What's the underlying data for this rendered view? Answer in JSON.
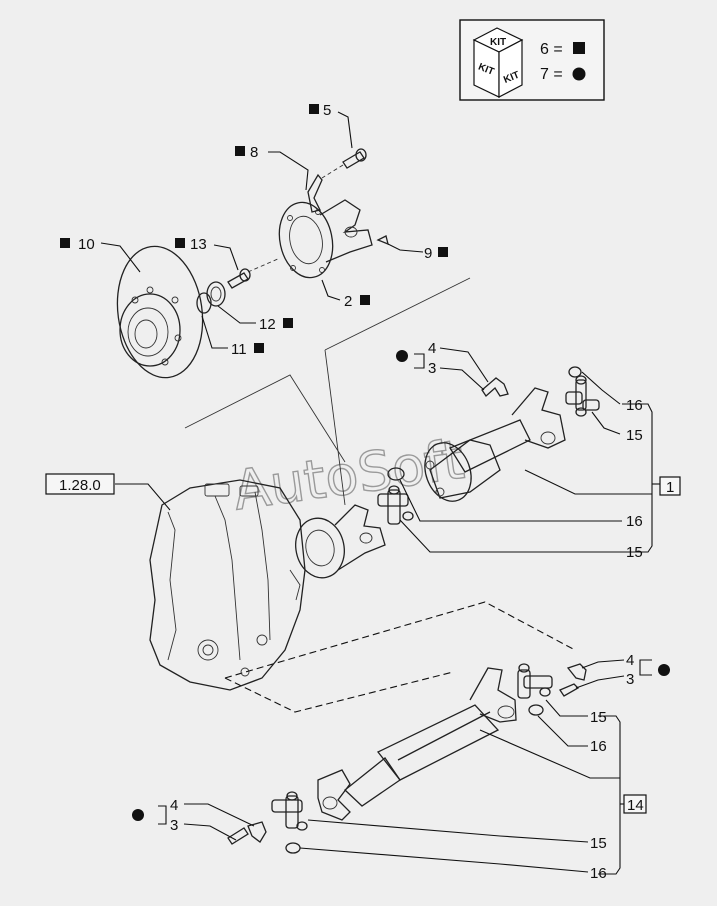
{
  "watermark": "AutoSoft",
  "legend": {
    "kit_face": "KIT",
    "kit_left": "KIT",
    "kit_right": "KIT",
    "square_entry": "6 =",
    "circle_entry": "7 ="
  },
  "reference": {
    "assembly_ref": "1.28.0",
    "group_1": "1",
    "group_14": "14"
  },
  "callouts": {
    "c5": "5",
    "c8": "8",
    "c10": "10",
    "c13": "13",
    "c9": "9",
    "c2": "2",
    "c12": "12",
    "c11": "11",
    "c4a": "4",
    "c3a": "3",
    "c16a": "16",
    "c15a": "15",
    "c16b": "16",
    "c15b": "15",
    "c4b": "4",
    "c3b": "3",
    "c15c": "15",
    "c16c": "16",
    "c4c": "4",
    "c3c": "3",
    "c15d": "15",
    "c16d": "16"
  }
}
